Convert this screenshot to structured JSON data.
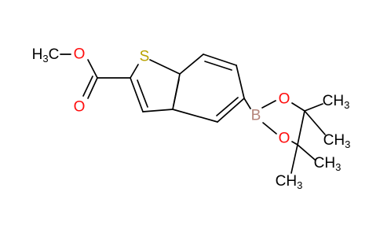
{
  "molecule": {
    "atoms": {
      "methoxy": {
        "pre": "H",
        "sub": "3",
        "post": "C",
        "color": "#000000"
      },
      "ester_o": {
        "text": "O",
        "color": "#ff0d0d"
      },
      "carbonyl_o": {
        "text": "O",
        "color": "#ff0d0d"
      },
      "sulfur": {
        "text": "S",
        "color": "#b8a200"
      },
      "boron": {
        "text": "B",
        "color": "#b5847a"
      },
      "boronate_o1": {
        "text": "O",
        "color": "#ff0d0d"
      },
      "boronate_o2": {
        "text": "O",
        "color": "#ff0d0d"
      },
      "methyl_1": {
        "main": "CH",
        "sub": "3",
        "color": "#000000"
      },
      "methyl_2": {
        "main": "CH",
        "sub": "3",
        "color": "#000000"
      },
      "methyl_3": {
        "main": "CH",
        "sub": "3",
        "color": "#000000"
      },
      "methyl_4": {
        "main": "CH",
        "sub": "3",
        "color": "#000000"
      }
    }
  }
}
